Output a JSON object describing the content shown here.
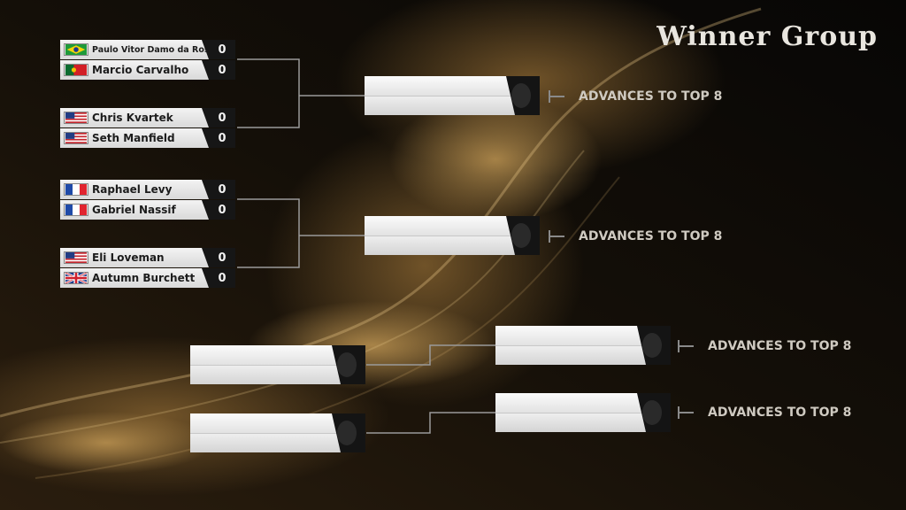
{
  "title": "Winner Group",
  "colors": {
    "gold": "#b8893a",
    "wire": "#9a9a9a",
    "cap": "#141414"
  },
  "round1": [
    {
      "name": "Paulo Vitor Damo da Rosa",
      "score": "0",
      "flag": "brazil-flag-icon"
    },
    {
      "name": "Marcio Carvalho",
      "score": "0",
      "flag": "portugal-flag-icon"
    },
    {
      "name": "Chris Kvartek",
      "score": "0",
      "flag": "usa-flag-icon"
    },
    {
      "name": "Seth Manfield",
      "score": "0",
      "flag": "usa-flag-icon"
    },
    {
      "name": "Raphael Levy",
      "score": "0",
      "flag": "france-flag-icon"
    },
    {
      "name": "Gabriel Nassif",
      "score": "0",
      "flag": "france-flag-icon"
    },
    {
      "name": "Eli Loveman",
      "score": "0",
      "flag": "usa-flag-icon"
    },
    {
      "name": "Autumn Burchett",
      "score": "0",
      "flag": "uk-flag-icon"
    }
  ],
  "advances": [
    "ADVANCES TO TOP 8",
    "ADVANCES TO TOP 8",
    "ADVANCES TO TOP 8",
    "ADVANCES TO TOP 8"
  ]
}
